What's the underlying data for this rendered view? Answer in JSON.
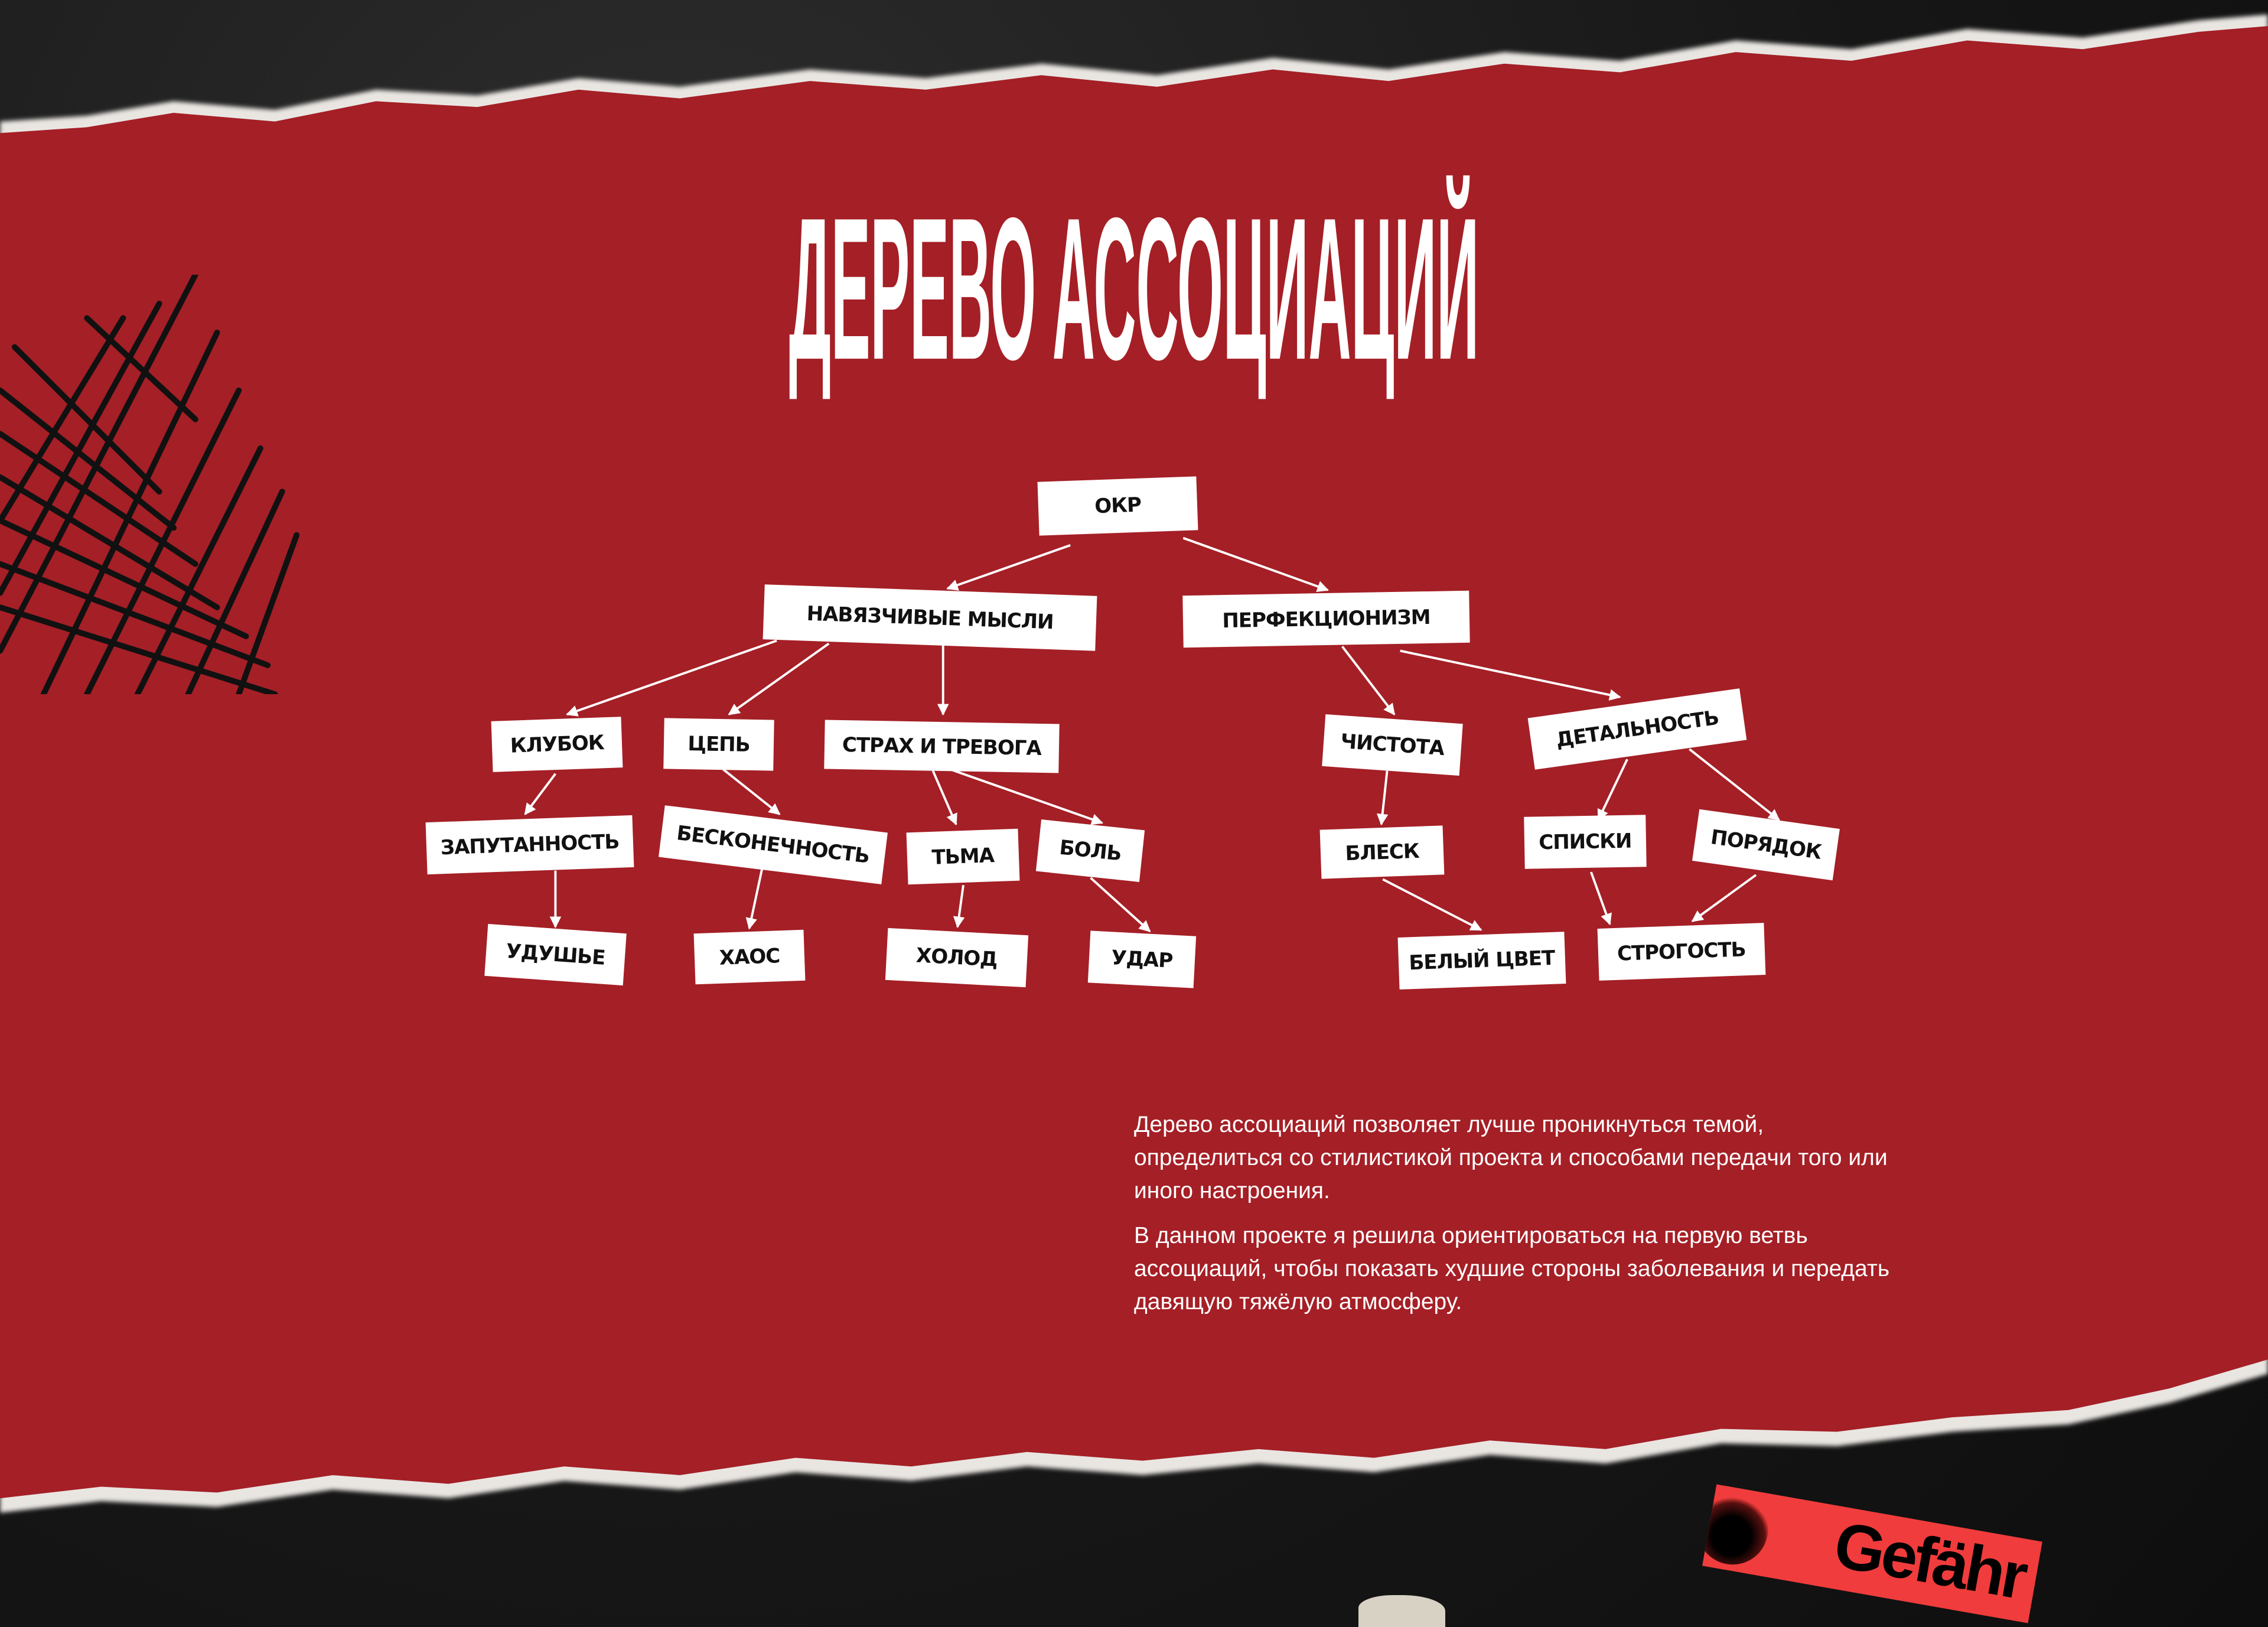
{
  "title": "ДЕРЕВО АССОЦИАЦИЙ",
  "tree": {
    "root": "ОКР",
    "obsessive_thoughts": "НАВЯЗЧИВЫЕ МЫСЛИ",
    "perfectionism": "ПЕРФЕКЦИОНИЗМ",
    "tangle": "КЛУБОК",
    "chain": "ЦЕПЬ",
    "fear_anxiety": "СТРАХ И ТРЕВОГА",
    "cleanliness": "ЧИСТОТА",
    "detail": "ДЕТАЛЬНОСТЬ",
    "confusion": "ЗАПУТАННОСТЬ",
    "infinity": "БЕСКОНЕЧНОСТЬ",
    "darkness": "ТЬМА",
    "pain": "БОЛЬ",
    "shine": "БЛЕСК",
    "lists": "СПИСКИ",
    "order": "ПОРЯДОК",
    "suffocation": "УДУШЬЕ",
    "chaos": "ХАОС",
    "cold": "ХОЛОД",
    "blow": "УДАР",
    "white_color": "БЕЛЫЙ ЦВЕТ",
    "strictness": "СТРОГОСТЬ"
  },
  "description": {
    "p1": "Дерево ассоциаций позволяет лучше проникнуться темой, определиться со стилистикой проекта и способами передачи того или иного настроения.",
    "p2": "В данном проекте я решила ориентироваться на первую ветвь ассоциаций, чтобы показать худшие стороны заболевания и передать давящую тяжёлую атмосферу."
  },
  "sticker": {
    "text": "Gefähr"
  },
  "colors": {
    "paper": "#a51f26",
    "background": "#161616",
    "node": "#ffffff"
  }
}
